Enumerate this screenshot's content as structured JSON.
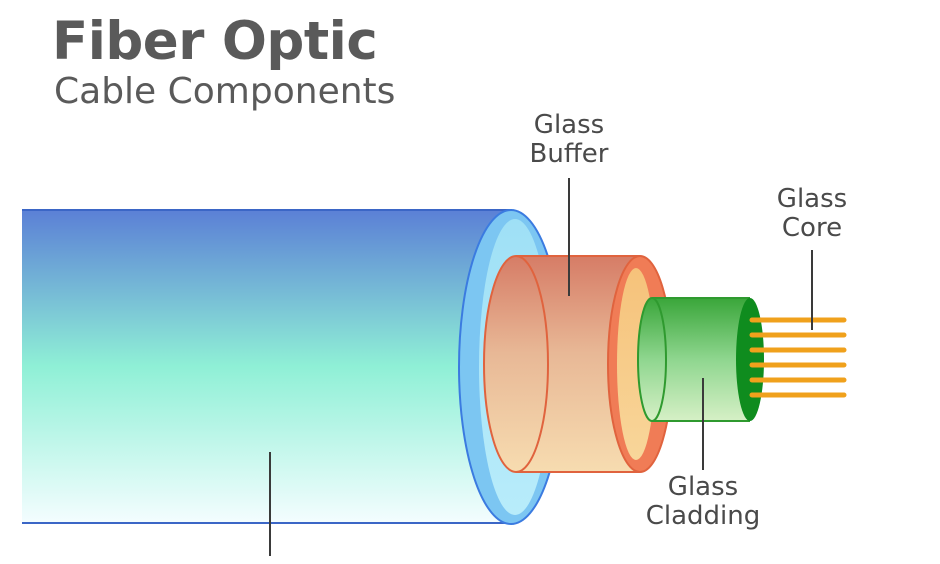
{
  "title": {
    "main": "Fiber Optic",
    "sub": "Cable Components"
  },
  "labels": {
    "buffer": {
      "line1": "Glass",
      "line2": "Buffer"
    },
    "core": {
      "line1": "Glass",
      "line2": "Core"
    },
    "cladding": {
      "line1": "Glass",
      "line2": "Cladding"
    }
  },
  "colors": {
    "title_text": "#5a5a5a",
    "label_text": "#4a4a4a",
    "jacket_top": "#5b80d6",
    "jacket_mid": "#8ff0d6",
    "jacket_bottom": "#f4fdff",
    "jacket_end": "#7cc6f2",
    "buffer_top": "#d67c66",
    "buffer_bottom": "#f7dcb0",
    "buffer_end": "#f07c56",
    "cladding_top": "#3aa63a",
    "cladding_bottom": "#d6f0c6",
    "cladding_end": "#0f8c1e",
    "core_strands": "#f0a11c"
  }
}
